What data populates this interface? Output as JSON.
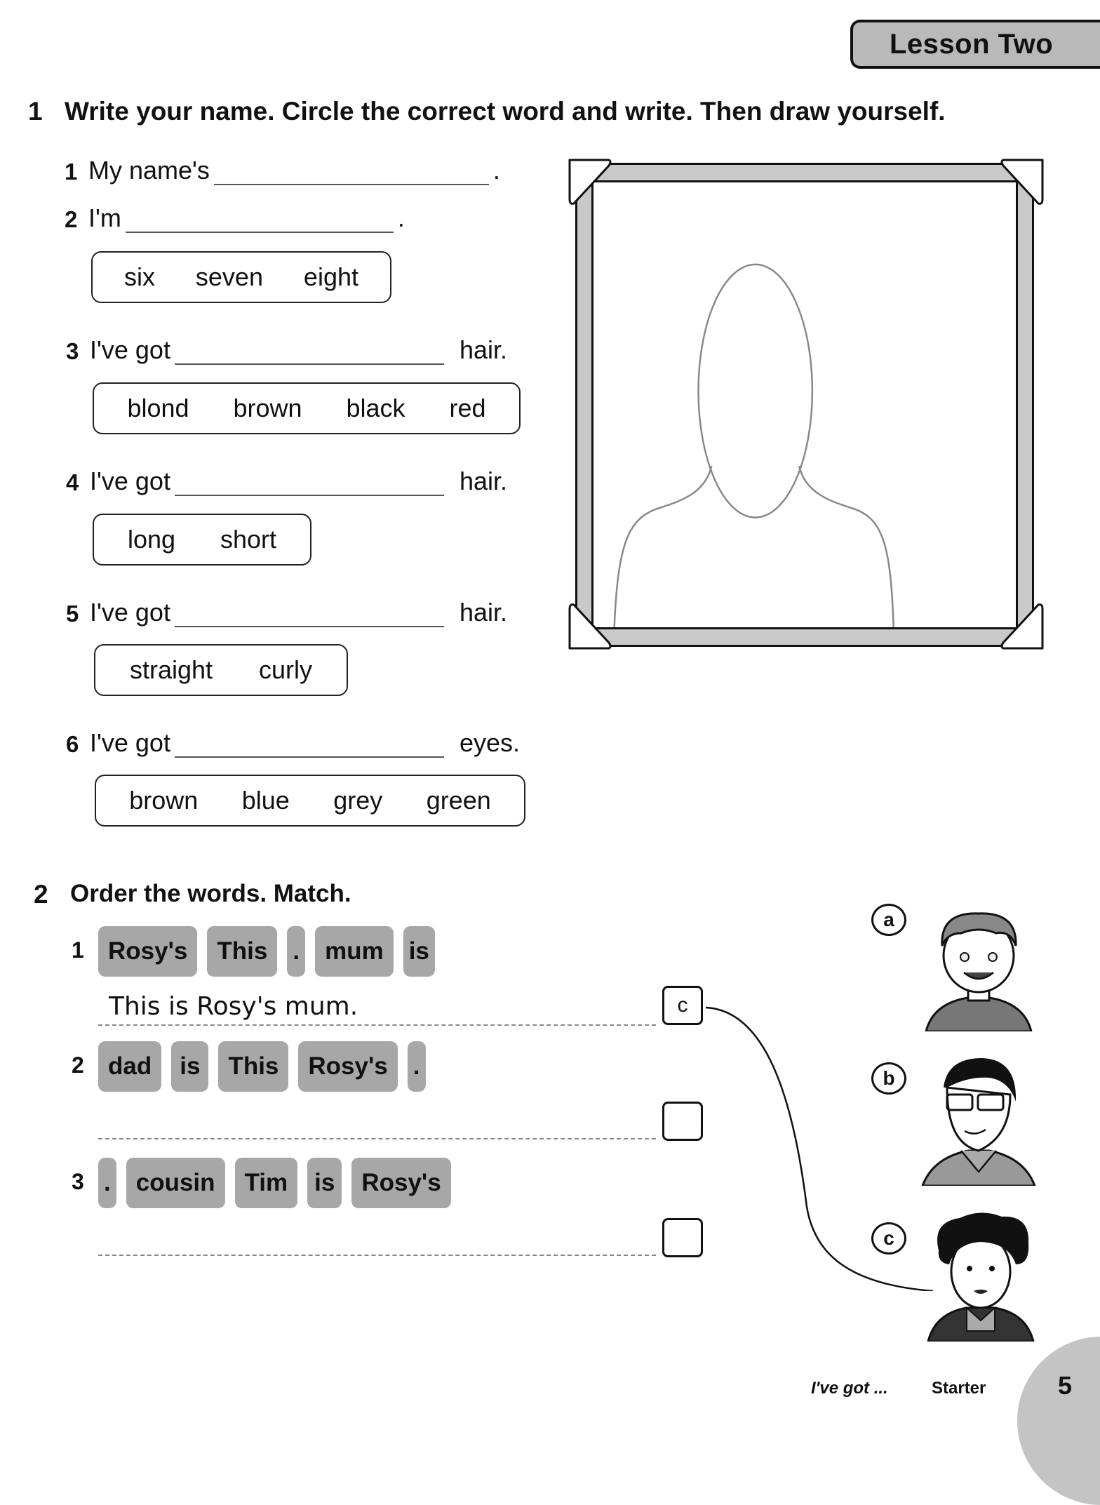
{
  "header": {
    "lesson_tag": "Lesson Two"
  },
  "exercise1": {
    "number": "1",
    "instruction": "Write your name. Circle the correct word and write. Then draw yourself.",
    "items": [
      {
        "num": "1",
        "prefix": "My name's",
        "suffix": ".",
        "options": []
      },
      {
        "num": "2",
        "prefix": "I'm",
        "suffix": ".",
        "options": [
          "six",
          "seven",
          "eight"
        ]
      },
      {
        "num": "3",
        "prefix": "I've got",
        "suffix": "hair.",
        "options": [
          "blond",
          "brown",
          "black",
          "red"
        ]
      },
      {
        "num": "4",
        "prefix": "I've got",
        "suffix": "hair.",
        "options": [
          "long",
          "short"
        ]
      },
      {
        "num": "5",
        "prefix": "I've got",
        "suffix": "hair.",
        "options": [
          "straight",
          "curly"
        ]
      },
      {
        "num": "6",
        "prefix": "I've got",
        "suffix": "eyes.",
        "options": [
          "brown",
          "blue",
          "grey",
          "green"
        ]
      }
    ],
    "drawing_frame": {
      "label": "portrait-frame"
    }
  },
  "exercise2": {
    "number": "2",
    "instruction": "Order the words. Match.",
    "items": [
      {
        "num": "1",
        "tiles": [
          "Rosy's",
          "This",
          ".",
          "mum",
          "is"
        ],
        "answer": "This is Rosy's mum.",
        "match": "c"
      },
      {
        "num": "2",
        "tiles": [
          "dad",
          "is",
          "This",
          "Rosy's",
          "."
        ],
        "answer": "",
        "match": ""
      },
      {
        "num": "3",
        "tiles": [
          ".",
          "cousin",
          "Tim",
          "is",
          "Rosy's"
        ],
        "answer": "",
        "match": ""
      }
    ],
    "pictures": [
      {
        "letter": "a",
        "description": "boy with short hair, smiling"
      },
      {
        "letter": "b",
        "description": "man with glasses and collared shirt"
      },
      {
        "letter": "c",
        "description": "woman with curly hair"
      }
    ]
  },
  "footer": {
    "unit_title": "I've got ...",
    "unit_name": "Starter",
    "page_number": "5"
  }
}
